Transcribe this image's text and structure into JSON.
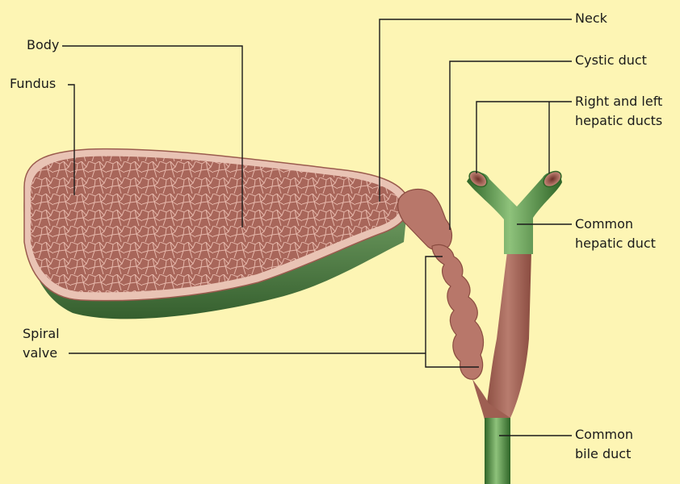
{
  "labels": {
    "body": "Body",
    "fundus": "Fundus",
    "spiral_valve_line1": "Spiral",
    "spiral_valve_line2": "valve",
    "neck": "Neck",
    "cystic_duct": "Cystic duct",
    "right_left_hepatic_line1": "Right and left",
    "right_left_hepatic_line2": "hepatic ducts",
    "common_hepatic_line1": "Common",
    "common_hepatic_line2": "hepatic duct",
    "common_bile_line1": "Common",
    "common_bile_line2": "bile duct"
  },
  "colors": {
    "background": "#fdf5b4",
    "mucosa": "#a8665a",
    "mucosa_cell_lines": "#e6b7aa",
    "wall_rim": "#e9c3b4",
    "outer_wall_green": "#5e8a52",
    "duct_green": "#3f7a36"
  }
}
